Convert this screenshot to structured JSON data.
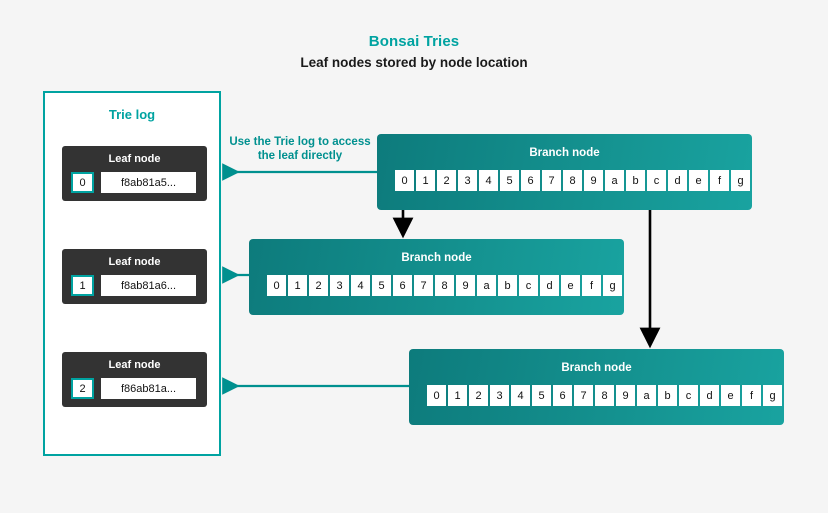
{
  "header": {
    "title": "Bonsai Tries",
    "subtitle": "Leaf nodes stored by node location"
  },
  "colors": {
    "accent_teal": "#00a3a1",
    "node_teal_dark": "#0d7b7c",
    "node_teal_light": "#19a3a0",
    "arrow_teal": "#00908f",
    "card_dark": "#333333",
    "background": "#f5f5f5",
    "arrow_black": "#000000"
  },
  "trie_log": {
    "title": "Trie log",
    "leaf_label": "Leaf node",
    "leaves": [
      {
        "index": "0",
        "hash": "f8ab81a5..."
      },
      {
        "index": "1",
        "hash": "f8ab81a6..."
      },
      {
        "index": "2",
        "hash": "f86ab81a..."
      }
    ]
  },
  "annotation": {
    "text": "Use the Trie log to access the leaf directly"
  },
  "branch_nodes": [
    {
      "label": "Branch node",
      "slots": [
        "0",
        "1",
        "2",
        "3",
        "4",
        "5",
        "6",
        "7",
        "8",
        "9",
        "a",
        "b",
        "c",
        "d",
        "e",
        "f",
        "g"
      ]
    },
    {
      "label": "Branch node",
      "slots": [
        "0",
        "1",
        "2",
        "3",
        "4",
        "5",
        "6",
        "7",
        "8",
        "9",
        "a",
        "b",
        "c",
        "d",
        "e",
        "f",
        "g"
      ]
    },
    {
      "label": "Branch node",
      "slots": [
        "0",
        "1",
        "2",
        "3",
        "4",
        "5",
        "6",
        "7",
        "8",
        "9",
        "a",
        "b",
        "c",
        "d",
        "e",
        "f",
        "g"
      ]
    }
  ]
}
